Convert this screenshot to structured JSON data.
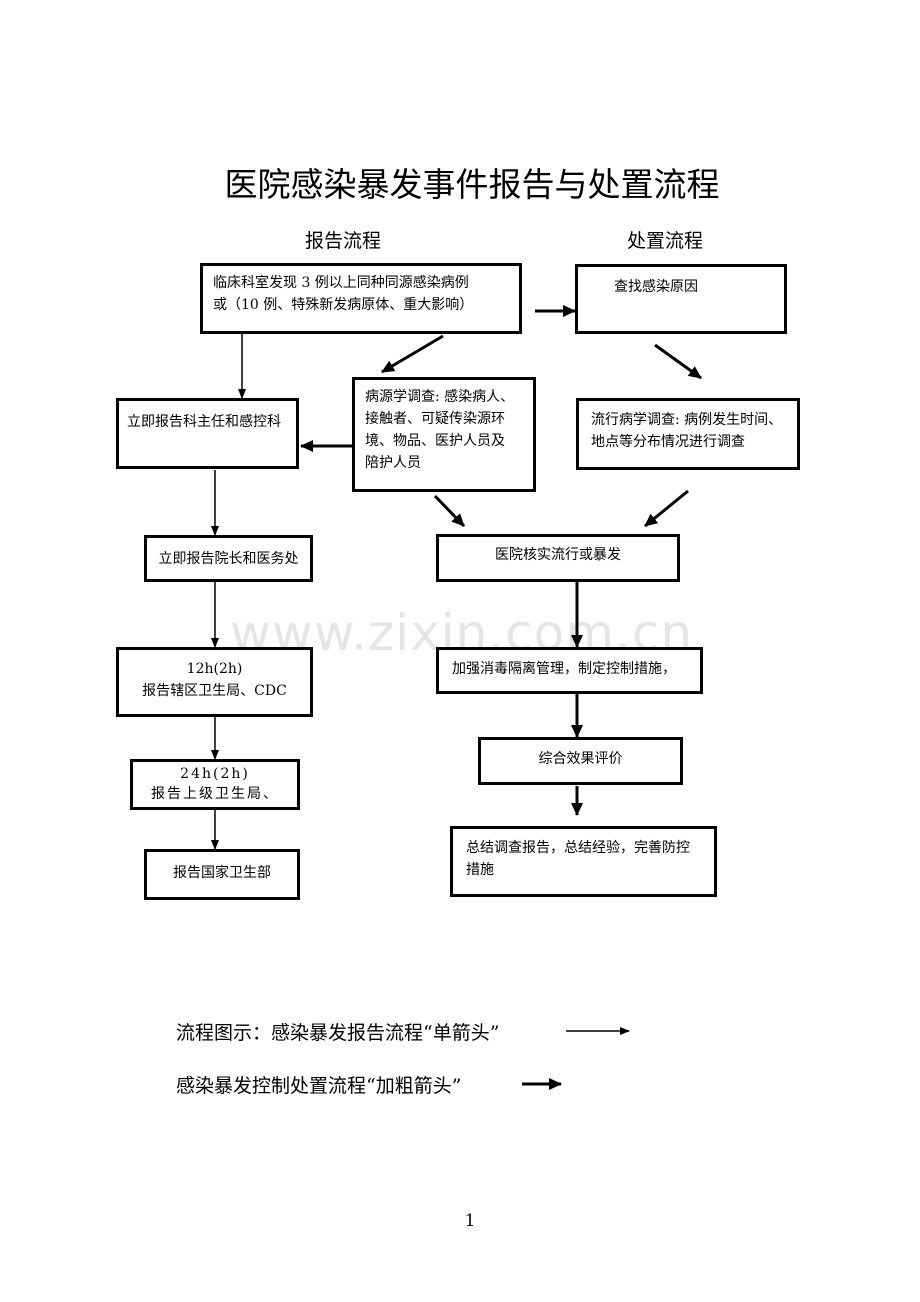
{
  "title": "医院感染暴发事件报告与处置流程",
  "headers": {
    "report": "报告流程",
    "handle": "处置流程"
  },
  "boxes": {
    "clinical": [
      "临床科室发现 3 例以上同种同源感染病例",
      "或（10 例、特殊新发病原体、重大影响）"
    ],
    "report_director": [
      "立即报告科主任和感控科"
    ],
    "pathogen": [
      "病源学调查: 感染病人、",
      "接触者、可疑传染源环",
      "境、物品、医护人员及",
      "陪护人员"
    ],
    "report_president": [
      "立即报告院长和医务处"
    ],
    "report_district": [
      "12h(2h)",
      "报告辖区卫生局、CDC"
    ],
    "report_upper": [
      "24h(2h)",
      "报告上级卫生局、"
    ],
    "report_national": [
      "报告国家卫生部"
    ],
    "find_cause": [
      "查找感染原因"
    ],
    "epidemiology": [
      "流行病学调查: 病例发生时间、",
      "地点等分布情况进行调查"
    ],
    "verify": [
      "医院核实流行或暴发"
    ],
    "disinfect": [
      "加强消毒隔离管理，制定控制措施，"
    ],
    "evaluate": [
      "综合效果评价"
    ],
    "summary": [
      "总结调查报告，总结经验，完善防控",
      "措施"
    ]
  },
  "legend": {
    "single": "流程图示：感染暴发报告流程“单箭头”",
    "bold": "感染暴发控制处置流程“加粗箭头”"
  },
  "watermark": "www.zixin.com.cn",
  "page_number": "1",
  "colors": {
    "stroke": "#000000",
    "background": "#ffffff",
    "watermark": "rgba(0,0,0,0.10)"
  }
}
